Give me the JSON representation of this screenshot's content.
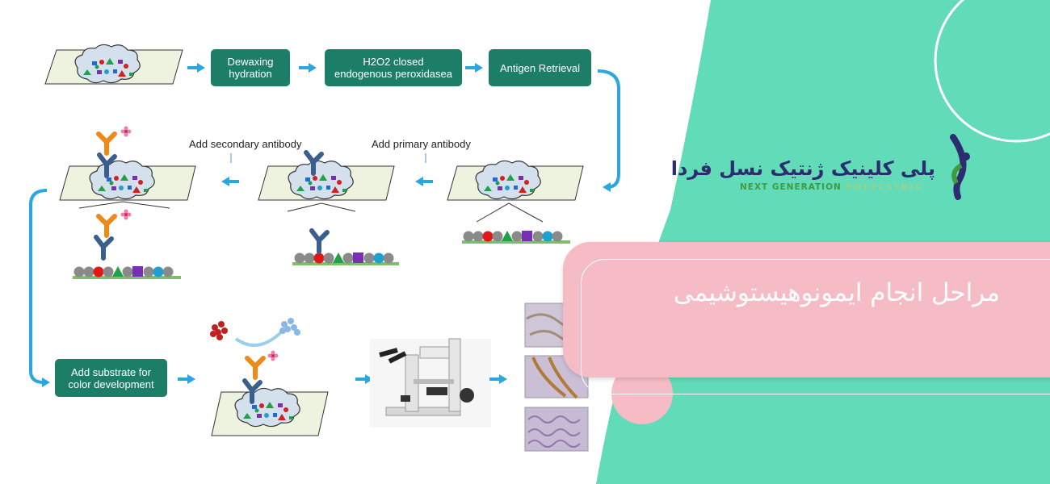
{
  "steps": {
    "dewaxing": "Dewaxing\nhydration",
    "h2o2": "H2O2 closed\nendogenous peroxidasea",
    "antigen": "Antigen Retrieval",
    "add_secondary": "Add secondary antibody",
    "add_primary": "Add primary antibody",
    "substrate": "Add substrate for\ncolor development"
  },
  "logo": {
    "persian_name": "پلی کلینیک ژنتیک نسل فردا",
    "english_part1": "NEXT GENERATION",
    "english_part2": "POLYCLINIC"
  },
  "banner": {
    "title": "مراحل انجام ایمونوهیستوشیمی"
  },
  "colors": {
    "teal_background": "#62dcb8",
    "pink_banner": "#f6bcc6",
    "step_box": "#1d7e68",
    "arrow_blue": "#2aa7e0",
    "logo_navy": "#2b2d6e",
    "logo_green": "#3f9b3f"
  }
}
